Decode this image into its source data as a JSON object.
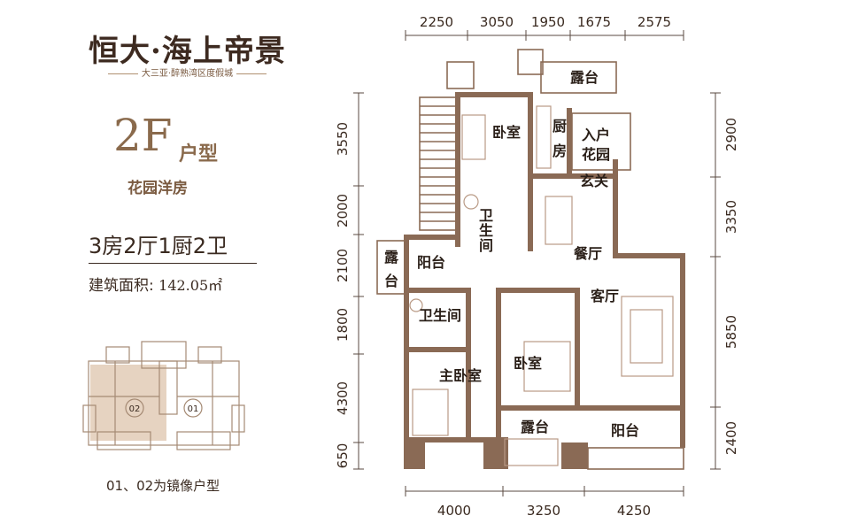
{
  "brand": {
    "title": "恒大·海上帝景",
    "subtitle": "大三亚·醉熟湾区度假城"
  },
  "unit": {
    "code": "2F",
    "code_suffix": "户型",
    "name": "花园洋房",
    "layout": "3房2厅1厨2卫",
    "area_label": "建筑面积:",
    "area_value": "142.05㎡"
  },
  "keymap": {
    "unit_a": "02",
    "unit_b": "01",
    "highlight_color": "#e6d3c1"
  },
  "note": "01、02为镜像户型",
  "dimensions": {
    "top": [
      "2250",
      "3050",
      "1950",
      "1675",
      "2575"
    ],
    "bottom": [
      "4000",
      "3250",
      "4250"
    ],
    "left": [
      "3550",
      "2000",
      "2100",
      "1800",
      "4300",
      "650"
    ],
    "right": [
      "2900",
      "3350",
      "5850",
      "2400"
    ]
  },
  "rooms": {
    "terrace_top": "露台",
    "bedroom_top": "卧室",
    "kitchen_1": "厨",
    "kitchen_2": "房",
    "entry_garden_1": "入户",
    "entry_garden_2": "花园",
    "foyer": "玄关",
    "bath_1": "卫",
    "bath_2": "生",
    "bath_3": "间",
    "dining": "餐厅",
    "terrace_left_1": "露",
    "terrace_left_2": "台",
    "balcony_left": "阳台",
    "bathroom": "卫生间",
    "living": "客厅",
    "master_bedroom": "主卧室",
    "bedroom": "卧室",
    "terrace_bottom": "露台",
    "balcony_bottom": "阳台"
  },
  "colors": {
    "wall": "#8a6a55",
    "accent": "#8a6a4c"
  }
}
